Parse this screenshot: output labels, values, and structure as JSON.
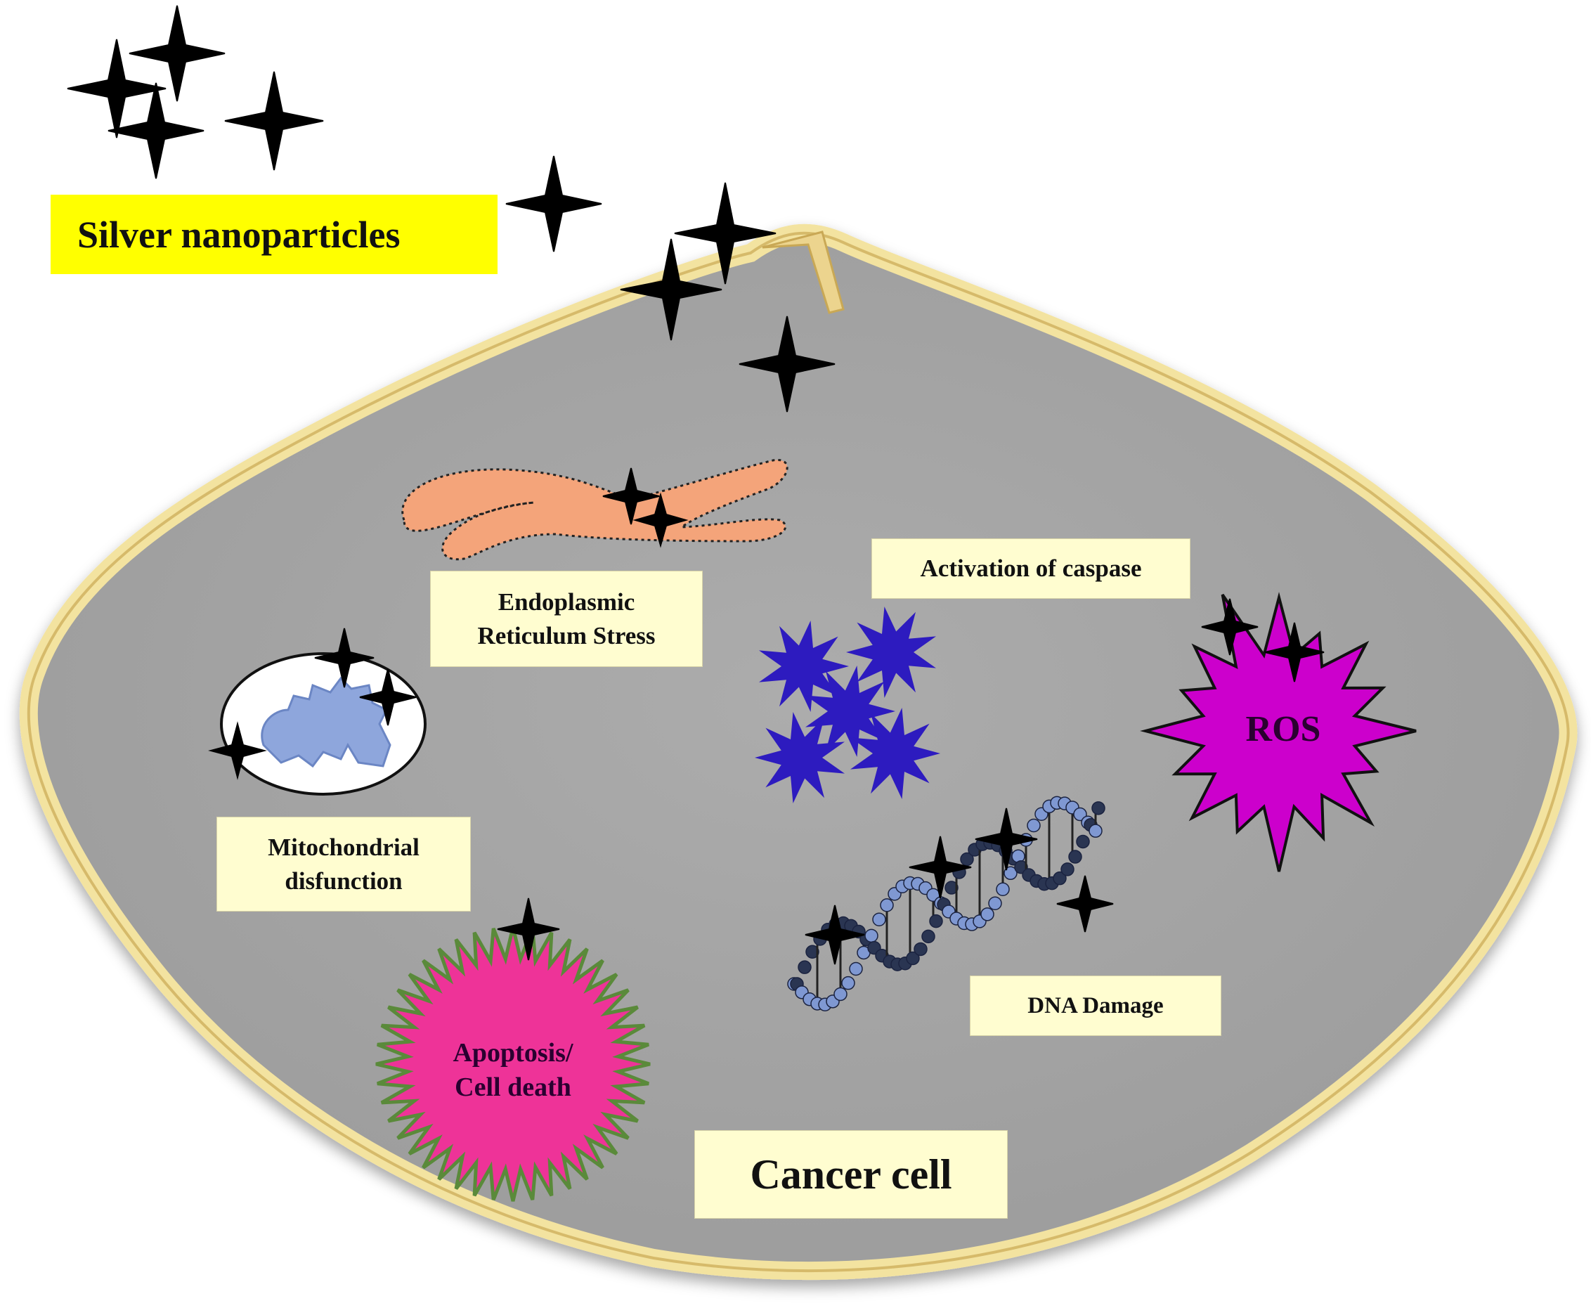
{
  "title": "Silver nanoparticles",
  "labels": {
    "er_line1": "Endoplasmic",
    "er_line2": "Reticulum Stress",
    "caspase": "Activation of caspase",
    "mito_line1": "Mitochondrial",
    "mito_line2": "disfunction",
    "ros": "ROS",
    "dna": "DNA Damage",
    "apoptosis_line1": "Apoptosis/",
    "apoptosis_line2": "Cell death",
    "cell": "Cancer cell"
  },
  "colors": {
    "cell_fill": "#a6a6a6",
    "membrane": "#e8d48a",
    "title_bg": "#ffff00",
    "label_bg": "#fffdd0",
    "er": "#f4a47a",
    "mito_matrix": "#8ea6dc",
    "caspase": "#2d1bbf",
    "ros": "#cc00cc",
    "apoptosis": "#ee3398",
    "apoptosis_edge": "#5a8a3a",
    "nanoparticle": "#000000"
  }
}
